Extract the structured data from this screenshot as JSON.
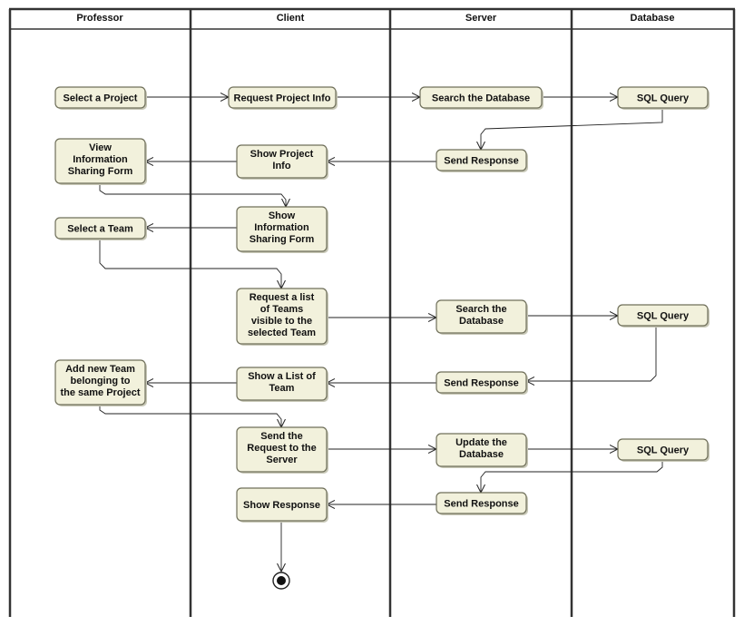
{
  "swimlanes": [
    {
      "id": "professor",
      "title": "Professor"
    },
    {
      "id": "client",
      "title": "Client"
    },
    {
      "id": "server",
      "title": "Server"
    },
    {
      "id": "database",
      "title": "Database"
    }
  ],
  "activities": [
    {
      "id": "select-project",
      "lines": [
        "Select a Project"
      ]
    },
    {
      "id": "request-project-info",
      "lines": [
        "Request Project Info"
      ]
    },
    {
      "id": "search-db-1",
      "lines": [
        "Search the Database"
      ]
    },
    {
      "id": "sql-query-1",
      "lines": [
        "SQL Query"
      ]
    },
    {
      "id": "view-info-form",
      "lines": [
        "View",
        "Information",
        "Sharing Form"
      ]
    },
    {
      "id": "show-project-info",
      "lines": [
        "Show Project",
        "Info"
      ]
    },
    {
      "id": "send-response-1",
      "lines": [
        "Send Response"
      ]
    },
    {
      "id": "show-info-form",
      "lines": [
        "Show",
        "Information",
        "Sharing Form"
      ]
    },
    {
      "id": "select-team",
      "lines": [
        "Select a Team"
      ]
    },
    {
      "id": "request-teams",
      "lines": [
        "Request a list",
        "of Teams",
        "visible to the",
        "selected Team"
      ]
    },
    {
      "id": "search-db-2",
      "lines": [
        "Search the",
        "Database"
      ]
    },
    {
      "id": "sql-query-2",
      "lines": [
        "SQL Query"
      ]
    },
    {
      "id": "add-new-team",
      "lines": [
        "Add new Team",
        "belonging to",
        "the same Project"
      ]
    },
    {
      "id": "show-team-list",
      "lines": [
        "Show a List of",
        "Team"
      ]
    },
    {
      "id": "send-response-2",
      "lines": [
        "Send Response"
      ]
    },
    {
      "id": "send-request",
      "lines": [
        "Send the",
        "Request to the",
        "Server"
      ]
    },
    {
      "id": "update-db",
      "lines": [
        "Update the",
        "Database"
      ]
    },
    {
      "id": "sql-query-3",
      "lines": [
        "SQL Query"
      ]
    },
    {
      "id": "show-response",
      "lines": [
        "Show Response"
      ]
    },
    {
      "id": "send-response-3",
      "lines": [
        "Send Response"
      ]
    }
  ],
  "flows": [
    {
      "from": "select-project",
      "to": "request-project-info"
    },
    {
      "from": "request-project-info",
      "to": "search-db-1"
    },
    {
      "from": "search-db-1",
      "to": "sql-query-1"
    },
    {
      "from": "sql-query-1",
      "to": "send-response-1"
    },
    {
      "from": "send-response-1",
      "to": "show-project-info"
    },
    {
      "from": "show-project-info",
      "to": "view-info-form"
    },
    {
      "from": "view-info-form",
      "to": "show-info-form"
    },
    {
      "from": "show-info-form",
      "to": "select-team"
    },
    {
      "from": "select-team",
      "to": "request-teams"
    },
    {
      "from": "request-teams",
      "to": "search-db-2"
    },
    {
      "from": "search-db-2",
      "to": "sql-query-2"
    },
    {
      "from": "sql-query-2",
      "to": "send-response-2"
    },
    {
      "from": "send-response-2",
      "to": "show-team-list"
    },
    {
      "from": "show-team-list",
      "to": "add-new-team"
    },
    {
      "from": "add-new-team",
      "to": "send-request"
    },
    {
      "from": "send-request",
      "to": "update-db"
    },
    {
      "from": "update-db",
      "to": "sql-query-3"
    },
    {
      "from": "sql-query-3",
      "to": "send-response-3"
    },
    {
      "from": "send-response-3",
      "to": "show-response"
    },
    {
      "from": "show-response",
      "to": "final-node"
    }
  ],
  "final_node": {
    "id": "final-node",
    "kind": "activity-final"
  }
}
